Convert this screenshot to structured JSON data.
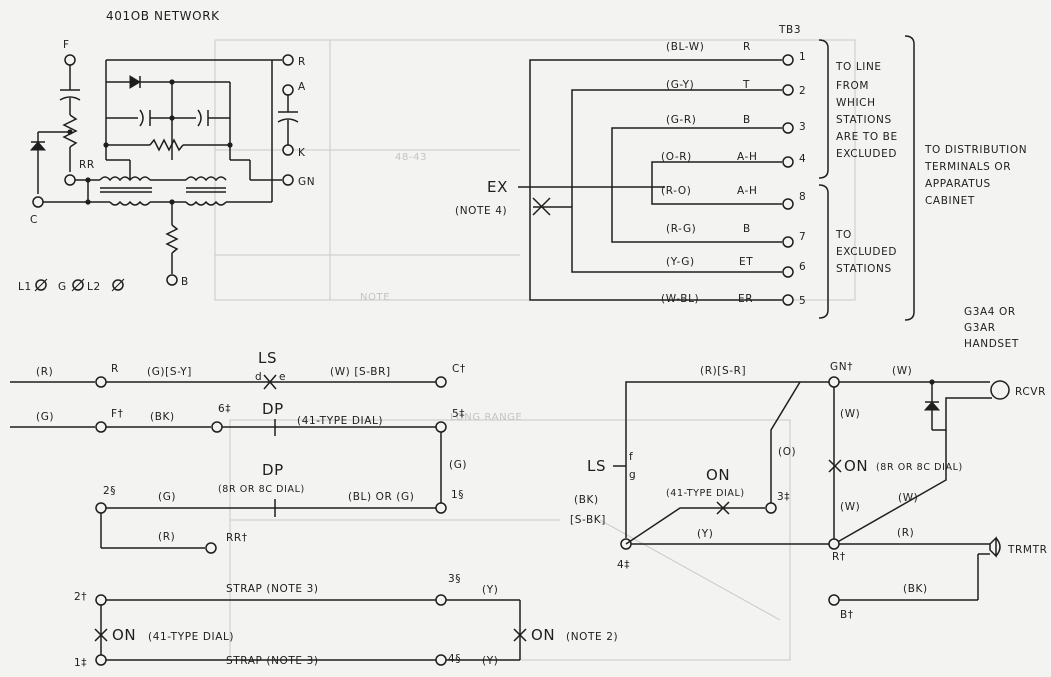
{
  "network": {
    "title": "401OB NETWORK",
    "terminals": [
      "F",
      "R",
      "A",
      "K",
      "GN",
      "RR",
      "C",
      "B"
    ],
    "posts": [
      "L1",
      "G",
      "L2"
    ]
  },
  "tb3": {
    "title": "TB3",
    "wires": [
      {
        "color": "(BL-W)",
        "lead": "R",
        "num": "1"
      },
      {
        "color": "(G-Y)",
        "lead": "T",
        "num": "2"
      },
      {
        "color": "(G-R)",
        "lead": "B",
        "num": "3"
      },
      {
        "color": "(O-R)",
        "lead": "A-H",
        "num": "4"
      },
      {
        "color": "(R-O)",
        "lead": "A-H",
        "num": "8"
      },
      {
        "color": "(R-G)",
        "lead": "B",
        "num": "7"
      },
      {
        "color": "(Y-G)",
        "lead": "ET",
        "num": "6"
      },
      {
        "color": "(W-BL)",
        "lead": "ER",
        "num": "5"
      }
    ],
    "ex_label": "EX",
    "note4": "(NOTE 4)",
    "line_group": [
      "TO LINE",
      "FROM",
      "WHICH",
      "STATIONS",
      "ARE TO BE",
      "EXCLUDED"
    ],
    "excluded_group": [
      "TO",
      "EXCLUDED",
      "STATIONS"
    ],
    "distribution": [
      "TO DISTRIBUTION",
      "TERMINALS OR",
      "APPARATUS",
      "CABINET"
    ]
  },
  "lower_left": {
    "r_wire": "(R)",
    "r_term": "R",
    "g_sy": "(G)[S-Y]",
    "ls": "LS",
    "ls_d": "d",
    "ls_e": "e",
    "w_sbr": "(W) [S-BR]",
    "c_dag": "C†",
    "g_wire": "(G)",
    "f_dag": "F†",
    "bk": "(BK)",
    "six": "6‡",
    "dp1": "DP",
    "dial41": "(41-TYPE DIAL)",
    "five": "5‡",
    "g_right": "(G)",
    "two_s": "2§",
    "g_mid": "(G)",
    "dp2": "DP",
    "dial8r": "(8R OR 8C DIAL)",
    "bl_or_g": "(BL) OR (G)",
    "one_s": "1§",
    "r_mid": "(R)",
    "rr_dag": "RR†",
    "two_dag": "2†",
    "strap1": "STRAP (NOTE 3)",
    "three_s": "3§",
    "y1": "(Y)",
    "on1": "ON",
    "on1_sub": "(41-TYPE DIAL)",
    "on2": "ON",
    "note2": "(NOTE 2)",
    "one_dd": "1‡",
    "strap2": "STRAP (NOTE 3)",
    "four_s": "4§",
    "y2": "(Y)"
  },
  "handset": {
    "r_sr": "(R)[S-R]",
    "gn_dag": "GN†",
    "w_top": "(W)",
    "g3": [
      "G3A4 OR",
      "G3AR",
      "HANDSET"
    ],
    "rcvr": "RCVR",
    "ls": "LS",
    "ls_f": "f",
    "ls_g": "g",
    "o": "(O)",
    "w_mid": "(W)",
    "on_main": "ON",
    "on_main_sub": "(8R OR 8C DIAL)",
    "on_41": "ON",
    "on_41_sub": "(41-TYPE DIAL)",
    "three_dd": "3‡",
    "bk": "(BK)",
    "s_bk": "[S-BK]",
    "w_low": "(W)",
    "w_right": "(W)",
    "y": "(Y)",
    "r": "(R)",
    "four_dd": "4‡",
    "r_dag": "R†",
    "trmtr": "TRMTR",
    "bk2": "(BK)",
    "b_dag": "B†"
  }
}
